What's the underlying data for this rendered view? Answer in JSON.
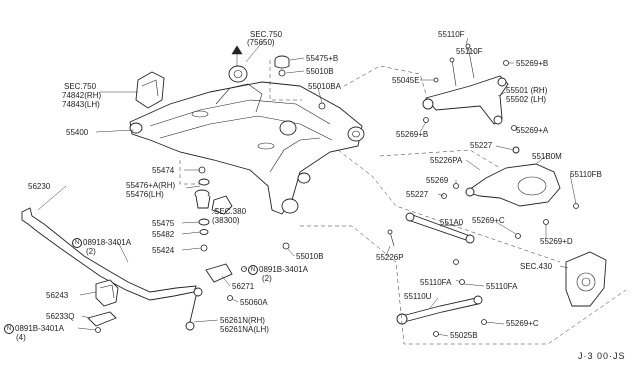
{
  "labels": {
    "sec750_top": "SEC.750",
    "sec750_top_sub": "(75650)",
    "sec750_left": "SEC.750",
    "p74842": "74842(RH)",
    "p74843": "74843(LH)",
    "p55400": "55400",
    "p55475b": "55475+B",
    "p55010b_a": "55010B",
    "p55010ba": "55010BA",
    "p55110f_a": "55110F",
    "p55110f_b": "55110F",
    "p55269b_a": "55269+B",
    "p55045e": "55045E",
    "p55501": "55501 (RH)",
    "p55502": "55502 (LH)",
    "p55269b_b": "55269+B",
    "p55269a": "55269+A",
    "p55227_a": "55227",
    "p55226pa": "55226PA",
    "p551b0m": "551B0M",
    "p55110fb": "55110FB",
    "p55269_mid": "55269",
    "p55227_b": "55227",
    "p551a0": "551A0",
    "p55269c_a": "55269+C",
    "p55226p": "55226P",
    "p55269d": "55269+D",
    "sec430": "SEC.430",
    "p55110fa_a": "55110FA",
    "p55110fa_b": "55110FA",
    "p55110u": "55110U",
    "p55269c_b": "55269+C",
    "p55025b": "55025B",
    "p56230": "56230",
    "p55474": "55474",
    "p55476a": "55476+A(RH)",
    "p55476": "55476(LH)",
    "sec380": "SEC.380",
    "sec380_sub": "(38300)",
    "p55475": "55475",
    "p55482": "55482",
    "p55424": "55424",
    "p08918_a": "08918-3401A",
    "p08918_a_qty": "(2)",
    "p55010b_b": "55010B",
    "p0891b_a": "0891B-3401A",
    "p0891b_a_qty": "(2)",
    "p56271": "56271",
    "p55060a": "55060A",
    "p56243": "56243",
    "p56233q": "56233Q",
    "p0891b_b": "0891B-3401A",
    "p0891b_b_qty": "(4)",
    "p56261n": "56261N(RH)",
    "p56261na": "56261NA(LH)",
    "circle_n": "N",
    "diagram_code": "J·3 00·JS"
  }
}
